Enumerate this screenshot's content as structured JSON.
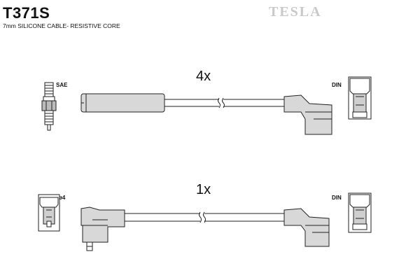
{
  "header": {
    "part_code": "T371S",
    "description": "7mm SILICONE CABLE- RESISTIVE CORE",
    "brand": "TESLA"
  },
  "cable_sets": [
    {
      "quantity": "4x",
      "left_terminal_label": "SAE",
      "right_terminal_label": "DIN"
    },
    {
      "quantity": "1x",
      "left_terminal_label": "ø4",
      "right_terminal_label": "DIN"
    }
  ],
  "colors": {
    "line": "#222222",
    "boot_fill": "#d8d8d8",
    "brand": "#c9c9c9"
  }
}
